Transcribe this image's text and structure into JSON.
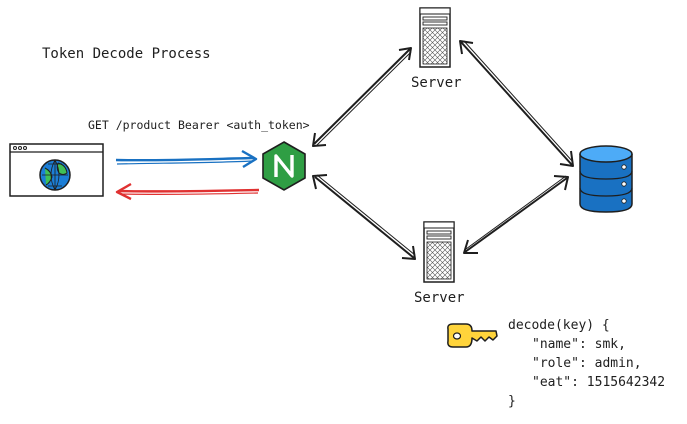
{
  "diagram": {
    "title": "Token Decode Process",
    "request_label": "GET /product Bearer <auth_token>",
    "server_top_label": "Server",
    "server_bottom_label": "Server",
    "nginx_letter": "N",
    "code": {
      "open": "decode(key) {",
      "name_line": "\"name\": smk,",
      "role_line": "\"role\": admin,",
      "eat_line": "\"eat\": 1515642342",
      "close": "}"
    }
  },
  "icons": {
    "client": "browser-window-globe-icon",
    "proxy": "nginx-hexagon-icon",
    "server": "server-tower-icon",
    "database": "database-cylinder-icon",
    "key": "key-icon"
  },
  "colors": {
    "request_arrow": "#1971c2",
    "response_arrow": "#e03131",
    "nginx": "#2f9e44",
    "database": "#1971c2",
    "key": "#ffd43b",
    "globe": "#1c7ed6",
    "ink": "#1e1e1e"
  }
}
